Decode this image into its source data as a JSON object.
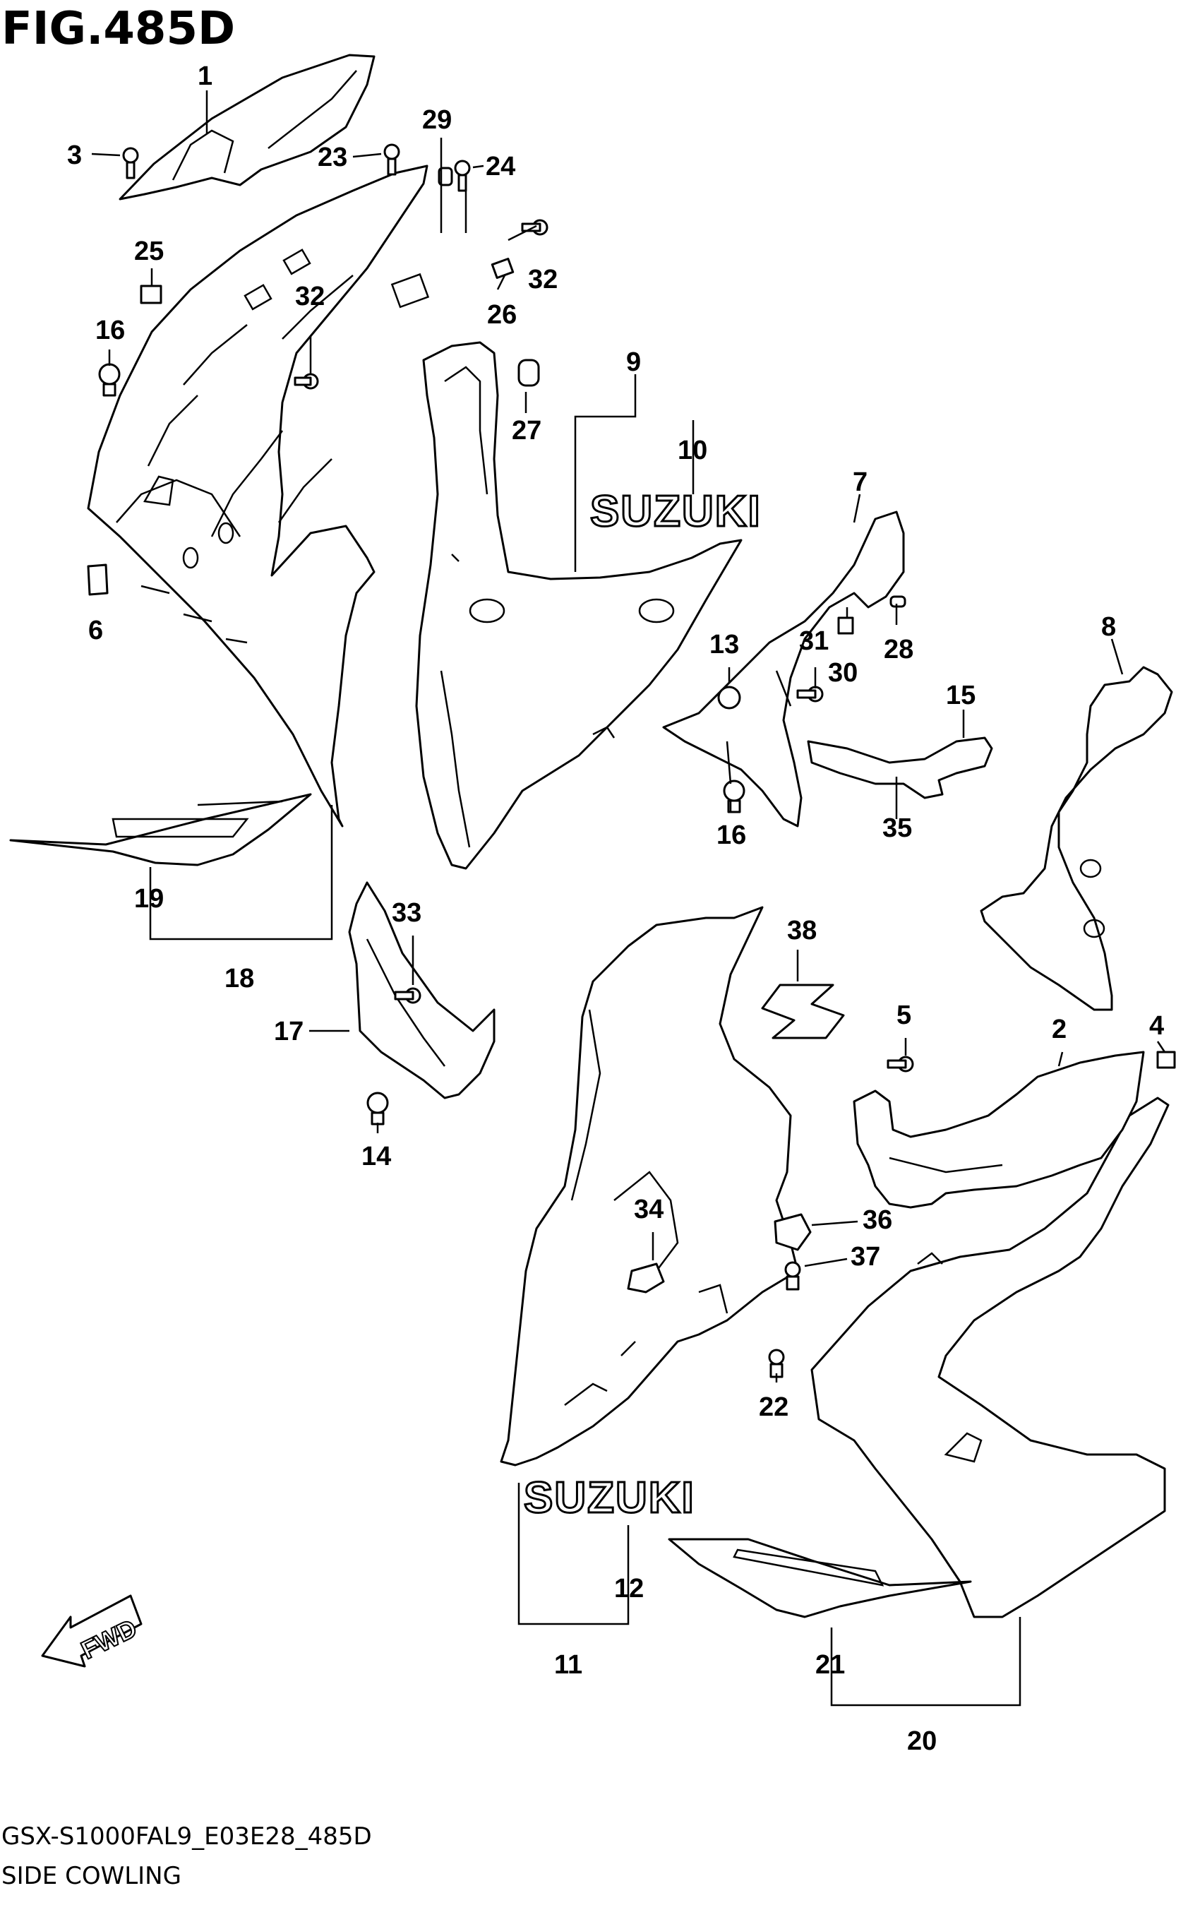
{
  "figure": {
    "title": "FIG.485D",
    "model_code": "GSX-S1000FAL9_E03E28_485D",
    "section_name": "SIDE COWLING"
  },
  "logos": {
    "brand_upper": "SUZUKI",
    "brand_lower": "SUZUKI",
    "fwd": "FWD"
  },
  "callouts": [
    {
      "id": "c1",
      "text": "1"
    },
    {
      "id": "c2",
      "text": "2"
    },
    {
      "id": "c3",
      "text": "3"
    },
    {
      "id": "c4",
      "text": "4"
    },
    {
      "id": "c5",
      "text": "5"
    },
    {
      "id": "c6",
      "text": "6"
    },
    {
      "id": "c7",
      "text": "7"
    },
    {
      "id": "c8",
      "text": "8"
    },
    {
      "id": "c9",
      "text": "9"
    },
    {
      "id": "c10",
      "text": "10"
    },
    {
      "id": "c11",
      "text": "11"
    },
    {
      "id": "c12",
      "text": "12"
    },
    {
      "id": "c13",
      "text": "13"
    },
    {
      "id": "c14",
      "text": "14"
    },
    {
      "id": "c15",
      "text": "15"
    },
    {
      "id": "c16a",
      "text": "16"
    },
    {
      "id": "c16b",
      "text": "16"
    },
    {
      "id": "c17",
      "text": "17"
    },
    {
      "id": "c18",
      "text": "18"
    },
    {
      "id": "c19",
      "text": "19"
    },
    {
      "id": "c20",
      "text": "20"
    },
    {
      "id": "c21",
      "text": "21"
    },
    {
      "id": "c22",
      "text": "22"
    },
    {
      "id": "c23",
      "text": "23"
    },
    {
      "id": "c24",
      "text": "24"
    },
    {
      "id": "c25",
      "text": "25"
    },
    {
      "id": "c26",
      "text": "26"
    },
    {
      "id": "c27",
      "text": "27"
    },
    {
      "id": "c28",
      "text": "28"
    },
    {
      "id": "c29",
      "text": "29"
    },
    {
      "id": "c30",
      "text": "30"
    },
    {
      "id": "c31",
      "text": "31"
    },
    {
      "id": "c32a",
      "text": "32"
    },
    {
      "id": "c32b",
      "text": "32"
    },
    {
      "id": "c33",
      "text": "33"
    },
    {
      "id": "c34",
      "text": "34"
    },
    {
      "id": "c35",
      "text": "35"
    },
    {
      "id": "c36",
      "text": "36"
    },
    {
      "id": "c37",
      "text": "37"
    },
    {
      "id": "c38",
      "text": "38"
    }
  ]
}
